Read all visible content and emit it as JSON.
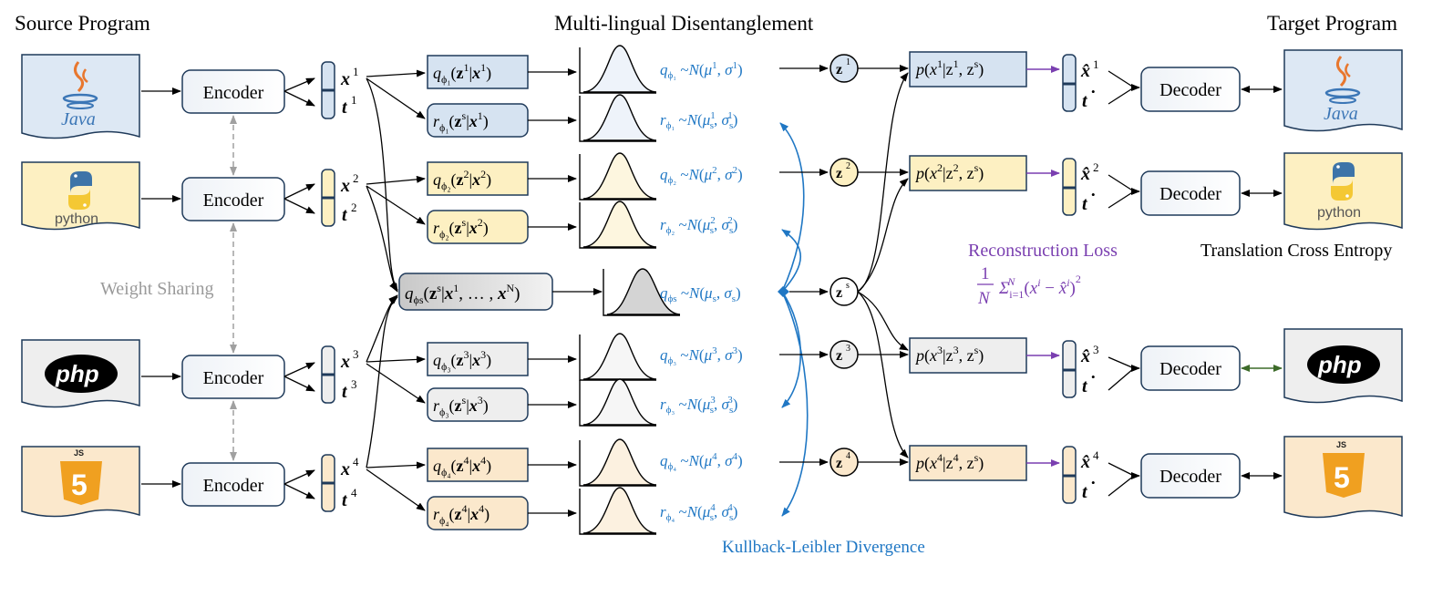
{
  "headers": {
    "source": "Source Program",
    "middle": "Multi-lingual Disentanglement",
    "target": "Target Program"
  },
  "labels": {
    "weight_sharing": "Weight Sharing",
    "reconstruction_loss": "Reconstruction Loss",
    "translation_ce": "Translation Cross Entropy",
    "kl": "Kullback-Leibler Divergence",
    "encoder": "Encoder",
    "decoder": "Decoder"
  },
  "languages": [
    {
      "name": "Java",
      "logo_text": "Java",
      "color": "#dbe6f2",
      "src_color": "#dbe6f2"
    },
    {
      "name": "python",
      "logo_text": "python",
      "color": "#fdf0c4",
      "src_color": "#fdf0c4"
    },
    {
      "name": "php",
      "logo_text": "php",
      "color": "#eeeeee",
      "src_color": "#eeeeee"
    },
    {
      "name": "JS",
      "logo_text": "5",
      "color": "#fbe6c8",
      "src_color": "#fbe6c8"
    }
  ],
  "colors": {
    "java_box": "#dde8f4",
    "python_box": "#fdf0c2",
    "php_box": "#eeeeee",
    "js_box": "#fbe8cc",
    "shared_box": "#dcdcdc",
    "kl_blue": "#1f77c4",
    "purple": "#7a3fb0",
    "green_arrow": "#3d6b2a"
  }
}
